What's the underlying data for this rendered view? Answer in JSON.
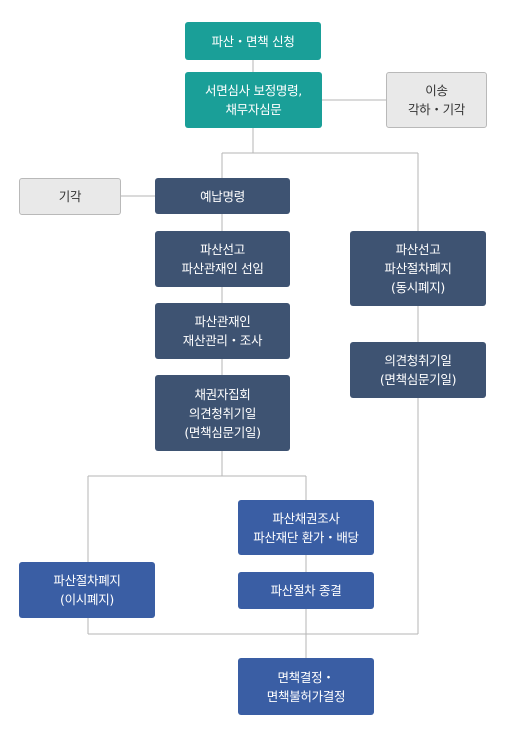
{
  "colors": {
    "teal": "#1a9f98",
    "navy": "#3e5372",
    "blue": "#3a5ea4",
    "gray_fill": "#e9e9e9",
    "connector": "#b5b5b5"
  },
  "nodes": {
    "application": [
      "파산・면책 신청"
    ],
    "review": [
      "서면심사 보정명령,",
      "채무자심문"
    ],
    "transfer_dismissal": [
      "이송",
      "각하・기각"
    ],
    "dismissal": [
      "기각"
    ],
    "advance_payment": [
      "예납명령"
    ],
    "bankruptcy_trustee": [
      "파산선고",
      "파산관재인 선임"
    ],
    "trustee_management": [
      "파산관재인",
      "재산관리・조사"
    ],
    "creditors_meeting": [
      "채권자집회",
      "의견청취기일",
      "(면책심문기일)"
    ],
    "simultaneous_abolition": [
      "파산선고",
      "파산절차폐지",
      "(동시폐지)"
    ],
    "opinion_hearing": [
      "의견청취기일",
      "(면책심문기일)"
    ],
    "claims_investigation": [
      "파산채권조사",
      "파산재단 환가・배당"
    ],
    "different_abolition": [
      "파산절차폐지",
      "(이시폐지)"
    ],
    "termination": [
      "파산절차 종결"
    ],
    "discharge_decision": [
      "면책결정・",
      "면책불허가결정"
    ]
  }
}
